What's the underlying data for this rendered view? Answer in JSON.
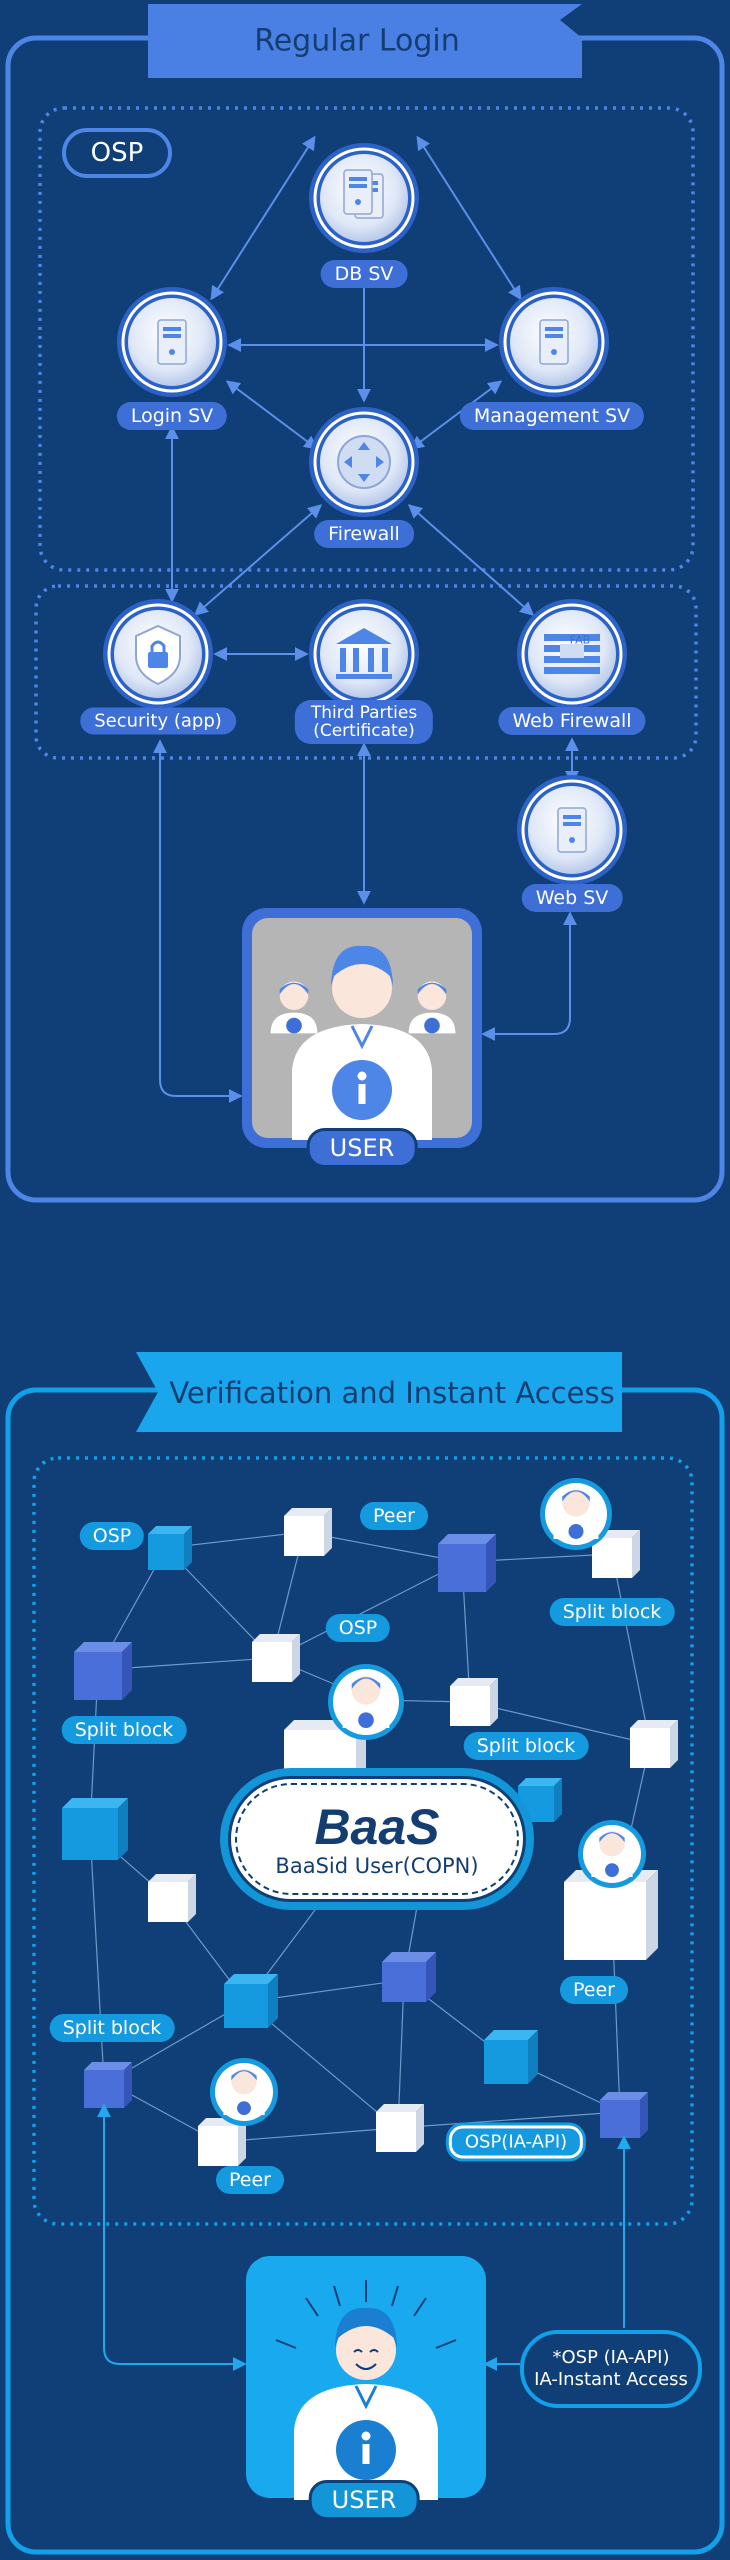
{
  "regular_login": {
    "banner": "Regular Login",
    "osp_tag": "OSP",
    "labels": {
      "db_sv": "DB SV",
      "login_sv": "Login SV",
      "management_sv": "Management SV",
      "firewall": "Firewall",
      "security_app": "Security (app)",
      "third_parties_1": "Third Parties",
      "third_parties_2": "(Certificate)",
      "web_firewall": "Web Firewall",
      "web_sv": "Web SV",
      "user": "USER"
    },
    "icon_text": {
      "fab": "FAB"
    }
  },
  "verification": {
    "banner": "Verification and Instant Access",
    "baas_title": "BaaS",
    "baas_subtitle": "BaaSid User(COPN)",
    "labels": {
      "osp_1": "OSP",
      "peer_1": "Peer",
      "split_block_1": "Split block",
      "osp_2": "OSP",
      "split_block_2": "Split block",
      "split_block_3": "Split block",
      "peer_2": "Peer",
      "split_block_4": "Split block",
      "peer_3": "Peer",
      "osp_ia_api": "OSP(IA-API)",
      "user": "USER"
    },
    "note_line_1": "*OSP (IA-API)",
    "note_line_2": "IA-Instant Access"
  },
  "colors": {
    "background": "#0f3f76",
    "login_accent": "#4d86e6",
    "verification_accent": "#12a0ea",
    "banner_blue": "#4a7fe4",
    "banner_cyan": "#1aa6ec"
  }
}
